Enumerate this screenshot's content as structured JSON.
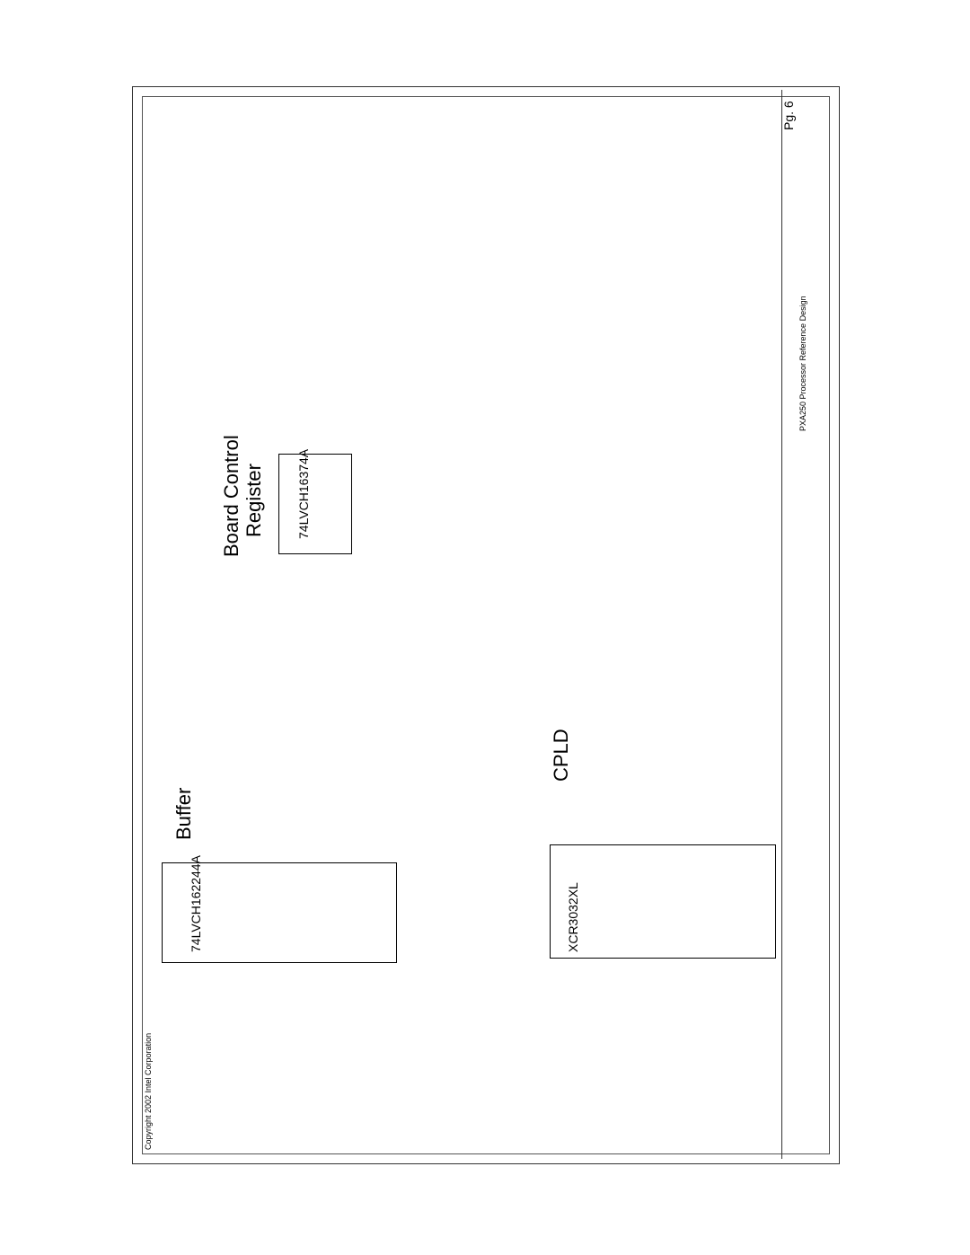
{
  "page_label": "Pg. 6",
  "section_buffer": "Buffer",
  "section_register_line1": "Board Control",
  "section_register_line2": "Register",
  "section_cpld": "CPLD",
  "part_u8": "74LVCH162244A",
  "part_u9": "74LVCH16374A",
  "part_u10": "XCR3032XL",
  "copyright": "Copyright 2002 Intel Corporation",
  "title": "PXA250 Processor Reference Design"
}
